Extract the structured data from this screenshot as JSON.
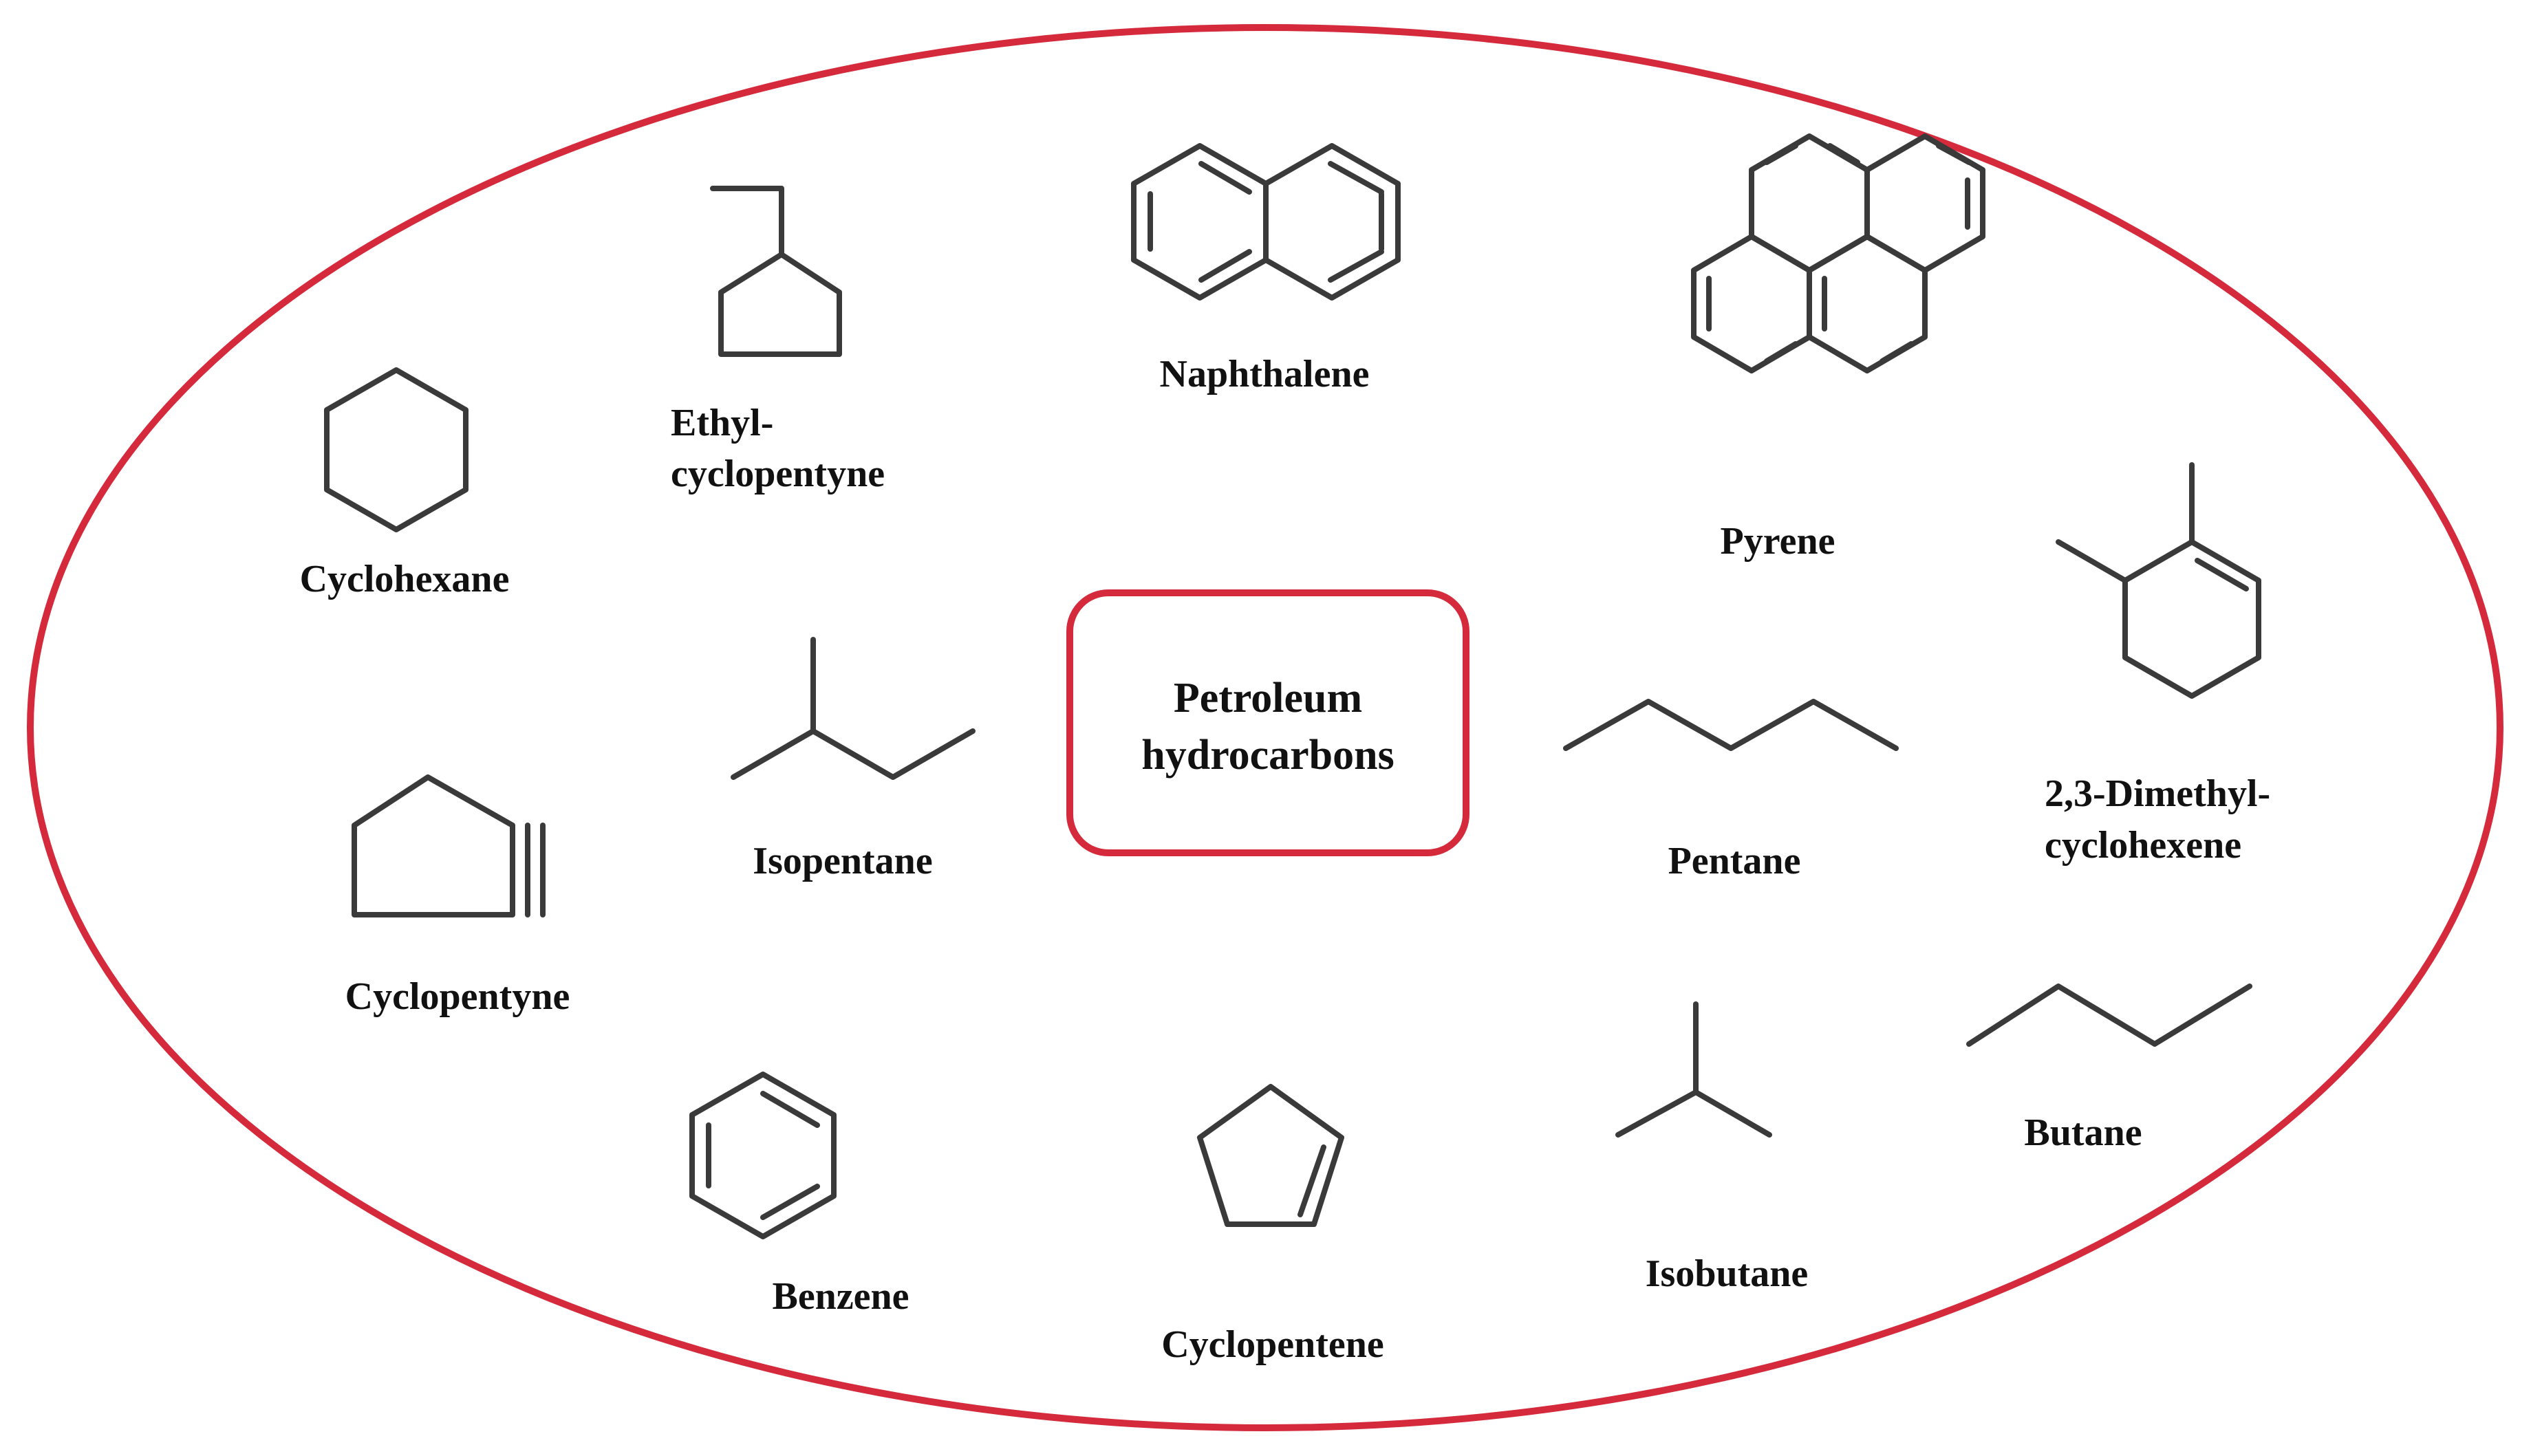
{
  "colors": {
    "ellipse": "#d42a3c",
    "center_box": "#d42a3c",
    "bonds": "#3a3a3a",
    "text": "#111111"
  },
  "center": {
    "line1": "Petroleum",
    "line2": "hydrocarbons"
  },
  "molecules": {
    "cyclohexane": {
      "label": "Cyclohexane"
    },
    "ethylcyclopentyne": {
      "line1": "Ethyl-",
      "line2": "cyclopentyne"
    },
    "naphthalene": {
      "label": "Naphthalene"
    },
    "pyrene": {
      "label": "Pyrene"
    },
    "dimethylcyclohexene": {
      "line1": "2,3-Dimethyl-",
      "line2": "cyclohexene"
    },
    "isopentane": {
      "label": "Isopentane"
    },
    "pentane": {
      "label": "Pentane"
    },
    "cyclopentyne": {
      "label": "Cyclopentyne"
    },
    "benzene": {
      "label": "Benzene"
    },
    "cyclopentene": {
      "label": "Cyclopentene"
    },
    "isobutane": {
      "label": "Isobutane"
    },
    "butane": {
      "label": "Butane"
    }
  }
}
